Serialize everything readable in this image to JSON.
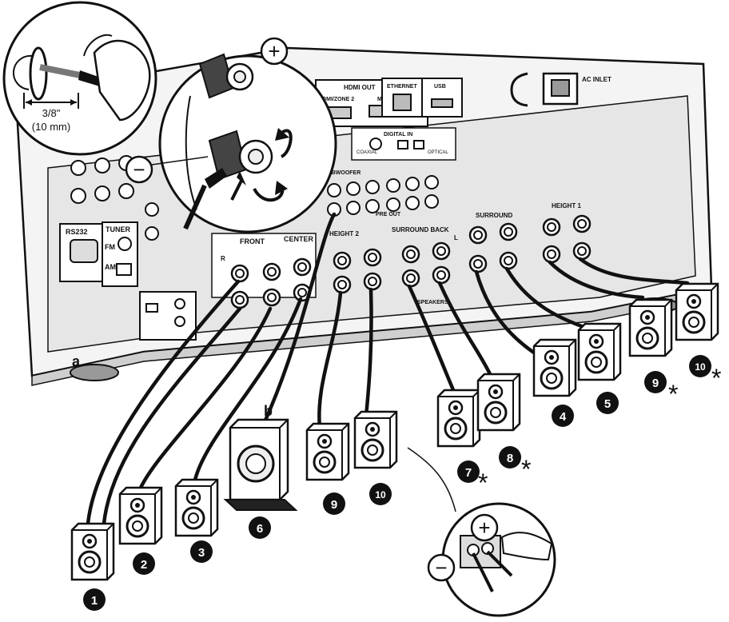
{
  "strip_length": {
    "inches": "3/8\"",
    "mm": "(10 mm)"
  },
  "polarity": {
    "plus": "+",
    "minus": "−"
  },
  "receiver": {
    "hdmi_out": "HDMI OUT",
    "hdmi_zone2": "HDMI/ZONE 2",
    "hdmi_main": "MAIN",
    "ethernet": "ETHERNET",
    "usb": "USB",
    "ac_inlet": "AC INLET",
    "digital_in": "DIGITAL IN",
    "coaxial": "COAXIAL",
    "optical": "OPTICAL",
    "subwoofer": "SUBWOOFER",
    "pre_out": "PRE OUT",
    "rs232": "RS232",
    "tuner": "TUNER",
    "fm": "FM",
    "am": "AM",
    "front": "FRONT",
    "center": "CENTER",
    "height2": "HEIGHT 2",
    "surround_back": "SURROUND BACK",
    "surround": "SURROUND",
    "height1": "HEIGHT 1",
    "speakers": "SPEAKERS",
    "r": "R",
    "l": "L"
  },
  "cable_labels": {
    "a": "a",
    "b": "b"
  },
  "speaker_numbers": [
    "1",
    "2",
    "3",
    "4",
    "5",
    "6",
    "7",
    "8",
    "9",
    "10",
    "9",
    "10"
  ],
  "asterisk": "*"
}
